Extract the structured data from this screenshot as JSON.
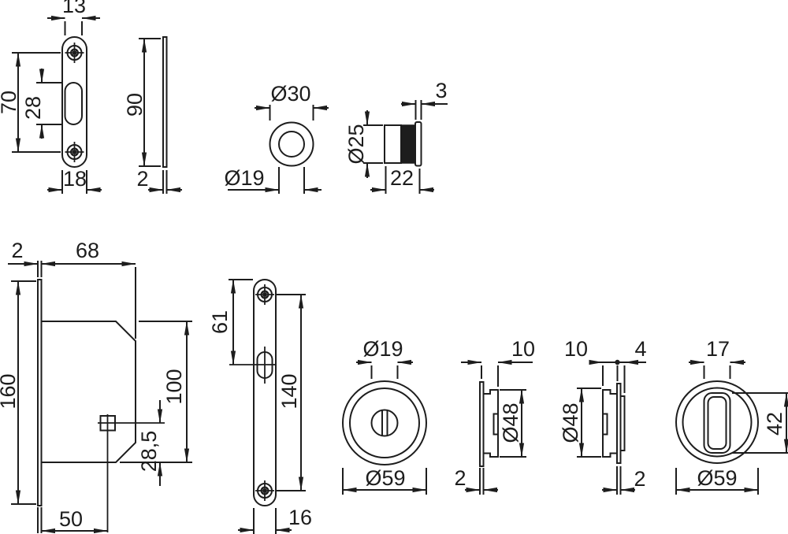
{
  "colors": {
    "line": "#1d1d1d",
    "background": "#ffffff",
    "knurl_fill": "#1d1d1d"
  },
  "parts": {
    "strike_plate_front": {
      "dims": {
        "slot_width": "13",
        "screw_spacing": "70",
        "slot_height": "28",
        "width": "18"
      }
    },
    "strike_plate_side": {
      "dims": {
        "length": "90",
        "thickness": "2"
      }
    },
    "ring_front": {
      "dims": {
        "outer_diameter": "Ø30",
        "inner_diameter": "Ø19"
      }
    },
    "cylinder_side": {
      "dims": {
        "collar_thickness": "3",
        "diameter": "Ø25",
        "length": "22"
      }
    },
    "lock_case": {
      "dims": {
        "faceplate_thickness": "2",
        "case_depth": "68",
        "faceplate_length": "160",
        "case_height": "100",
        "spindle_to_case_bottom": "28,5",
        "backset": "50"
      }
    },
    "faceplate_front": {
      "dims": {
        "top_to_cylinder": "61",
        "screw_spacing": "140",
        "width": "16"
      }
    },
    "escutcheon_front": {
      "dims": {
        "hole_diameter": "Ø19",
        "outer_diameter": "Ø59"
      }
    },
    "escutcheon_side_a": {
      "dims": {
        "cup_depth": "10",
        "cup_diameter": "Ø48",
        "flange_thickness": "2"
      }
    },
    "escutcheon_side_b": {
      "dims": {
        "cup_depth": "10",
        "boss_depth": "4",
        "cup_diameter": "Ø48",
        "flange_thickness": "2"
      }
    },
    "flush_pull_front": {
      "dims": {
        "recess_width": "17",
        "recess_height": "42",
        "outer_diameter": "Ø59"
      }
    }
  }
}
